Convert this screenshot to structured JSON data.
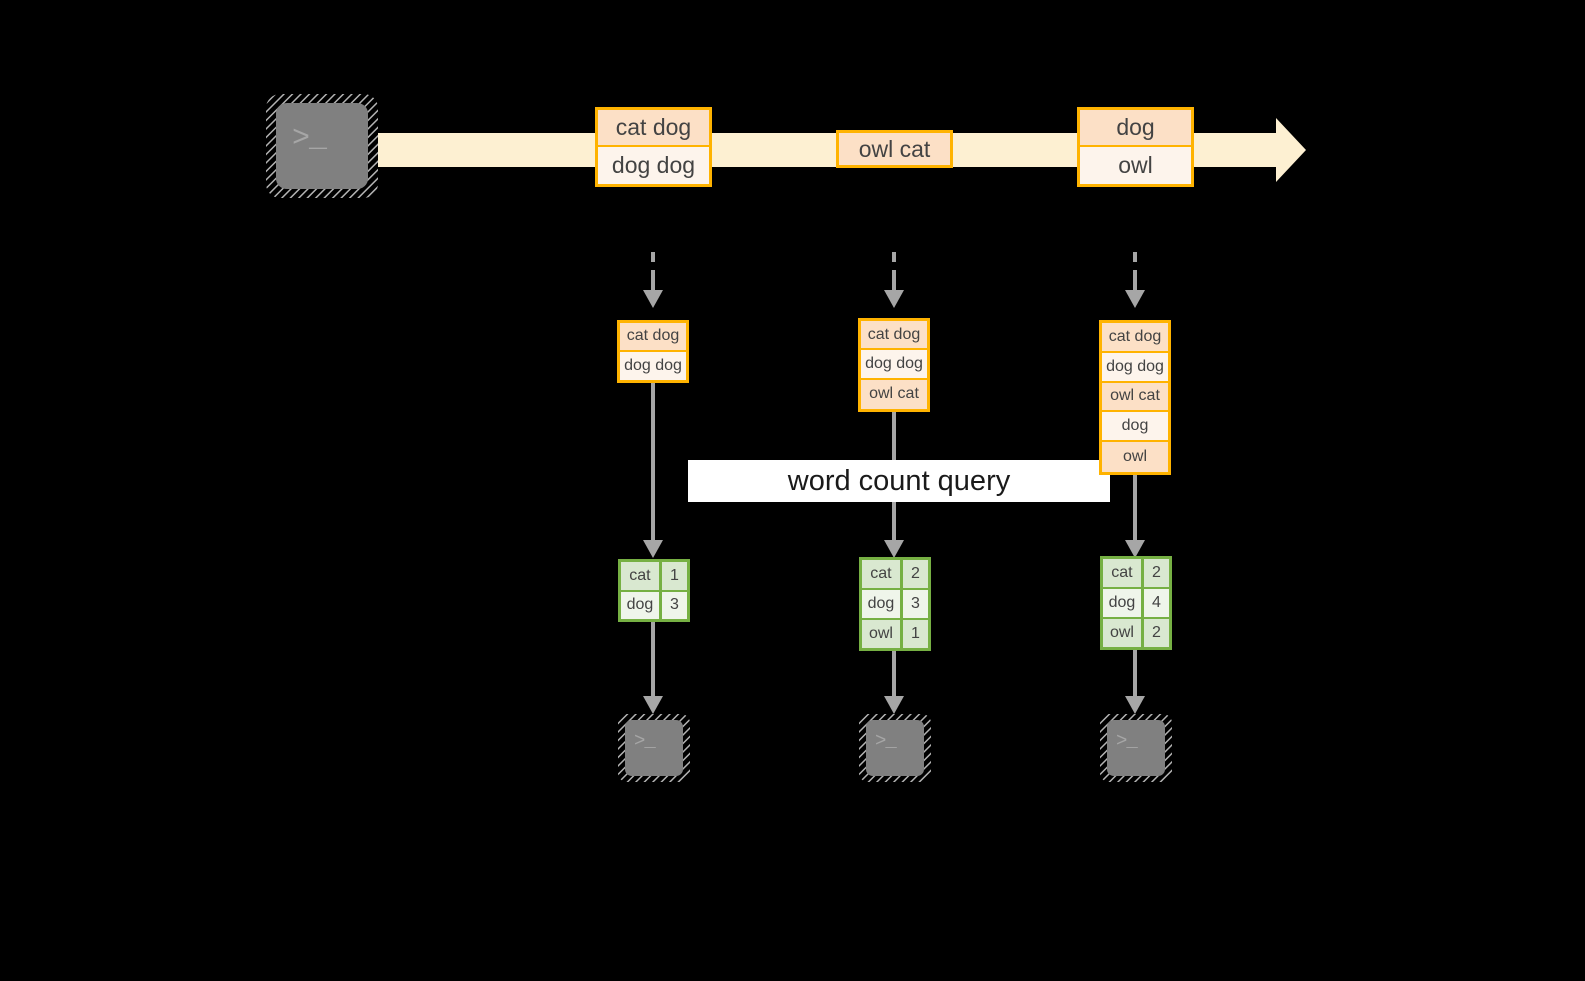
{
  "diagram": {
    "title_label": "word count query",
    "colors": {
      "stream_band": "#fdf0d2",
      "record_border": "#ffb300",
      "record_fill_dark": "#fce0c6",
      "record_fill_light": "#fdf4ec",
      "result_border": "#76b043",
      "result_fill_dark": "#d9e8d0",
      "result_fill_light": "#eff5ea",
      "connector": "#a6a6a6",
      "terminal_body": "#808080",
      "label_band": "#ffffff",
      "background": "#000000"
    },
    "terminal_glyph": ">_",
    "icons": {
      "source_terminal": "terminal-icon",
      "sink_terminal": "terminal-icon",
      "stream_arrow": "arrow-right-icon",
      "dashed_arrow": "arrow-down-dashed-icon",
      "solid_arrow": "arrow-down-icon"
    },
    "stream": {
      "name": "event-stream",
      "groups": [
        {
          "records": [
            "cat dog",
            "dog dog"
          ]
        },
        {
          "records": [
            "owl cat"
          ]
        },
        {
          "records": [
            "dog",
            "owl"
          ]
        }
      ]
    },
    "snapshots": [
      {
        "name": "snapshot-1",
        "records": [
          "cat dog",
          "dog dog"
        ],
        "results": [
          {
            "word": "cat",
            "count": "1"
          },
          {
            "word": "dog",
            "count": "3"
          }
        ]
      },
      {
        "name": "snapshot-2",
        "records": [
          "cat dog",
          "dog dog",
          "owl cat"
        ],
        "results": [
          {
            "word": "cat",
            "count": "2"
          },
          {
            "word": "dog",
            "count": "3"
          },
          {
            "word": "owl",
            "count": "1"
          }
        ]
      },
      {
        "name": "snapshot-3",
        "records": [
          "cat dog",
          "dog dog",
          "owl cat",
          "dog",
          "owl"
        ],
        "results": [
          {
            "word": "cat",
            "count": "2"
          },
          {
            "word": "dog",
            "count": "4"
          },
          {
            "word": "owl",
            "count": "2"
          }
        ]
      }
    ]
  }
}
